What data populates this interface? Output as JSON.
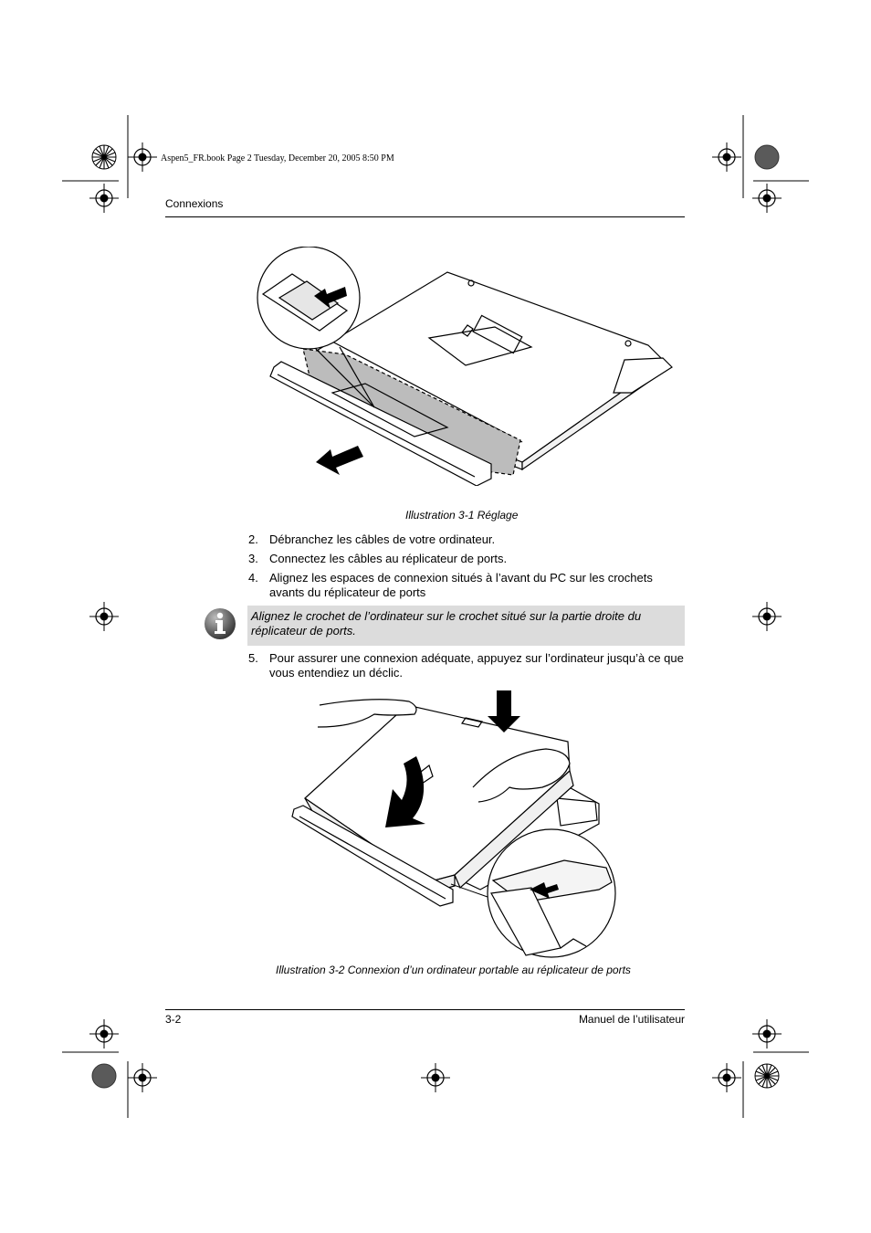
{
  "print_slug": "Aspen5_FR.book  Page 2  Tuesday, December 20, 2005  8:50 PM",
  "header": {
    "section": "Connexions"
  },
  "figures": [
    {
      "caption": "Illustration 3-1  Réglage"
    },
    {
      "caption": "Illustration 3-2  Connexion d’un ordinateur portable au réplicateur de ports"
    }
  ],
  "steps": [
    {
      "number": "2.",
      "text": "Débranchez les câbles de votre ordinateur."
    },
    {
      "number": "3.",
      "text": "Connectez les câbles au réplicateur de ports."
    },
    {
      "number": "4.",
      "text": "Alignez les espaces de connexion situés à l’avant du PC sur les crochets avants du réplicateur de ports"
    },
    {
      "number": "5.",
      "text": "Pour assurer une connexion adéquate, appuyez sur l’ordinateur jusqu’à ce que vous entendiez un déclic."
    }
  ],
  "note": {
    "icon": "info-icon",
    "text": "Alignez le crochet de l’ordinateur sur le crochet situé sur la partie droite du réplicateur de ports."
  },
  "footer": {
    "page_number": "3-2",
    "manual_title": "Manuel de l’utilisateur"
  }
}
